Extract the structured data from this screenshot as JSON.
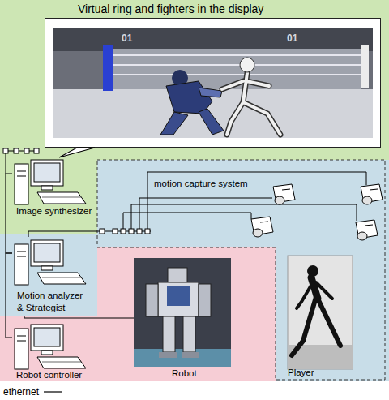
{
  "diagram": {
    "nodes": [
      {
        "text": [
          "Virtual ring and fighters in the display"
        ]
      },
      {
        "text": [
          "Image synthesizer"
        ]
      },
      {
        "text": [
          "motion capture system"
        ]
      },
      {
        "text": [
          "Motion analyzer & Strategist"
        ]
      },
      {
        "text": [
          "Robot"
        ]
      },
      {
        "text": [
          "Player"
        ],
        "in": 2
      },
      {
        "text": [
          "Robot controller"
        ]
      }
    ],
    "edges": [
      {
        "from": 1,
        "to": 0,
        "arrow": "none"
      },
      {
        "from": 1,
        "to": 3,
        "arrow": "none"
      },
      {
        "from": 2,
        "to": 3,
        "arrow": "none"
      },
      {
        "from": 3,
        "to": 4,
        "arrow": "none"
      },
      {
        "from": 3,
        "to": 6,
        "arrow": "none"
      }
    ],
    "labels": [
      "01",
      "01"
    ],
    "legend": [
      {
        "text": "ethernet"
      }
    ]
  }
}
